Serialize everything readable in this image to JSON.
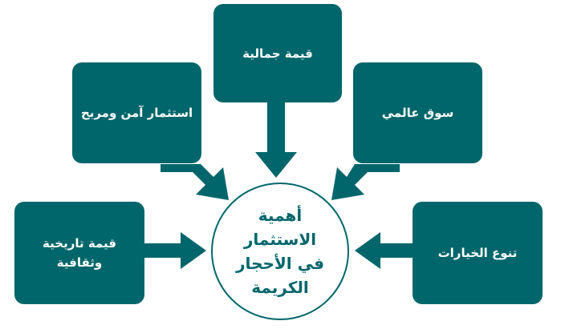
{
  "colors": {
    "box": "#00666b",
    "arrow": "#00666b",
    "center_text": "#00666b",
    "center_border": "#00666b"
  },
  "center": {
    "text": "أهمية الاستثمار في الأحجار الكريمة"
  },
  "boxes": {
    "top": "قيمة جمالية",
    "top_left": "استثمار آمن ومربح",
    "top_right": "سوق عالمي",
    "left": "قيمة تاريخية وثقافية",
    "right": "تنوع الخيارات"
  }
}
